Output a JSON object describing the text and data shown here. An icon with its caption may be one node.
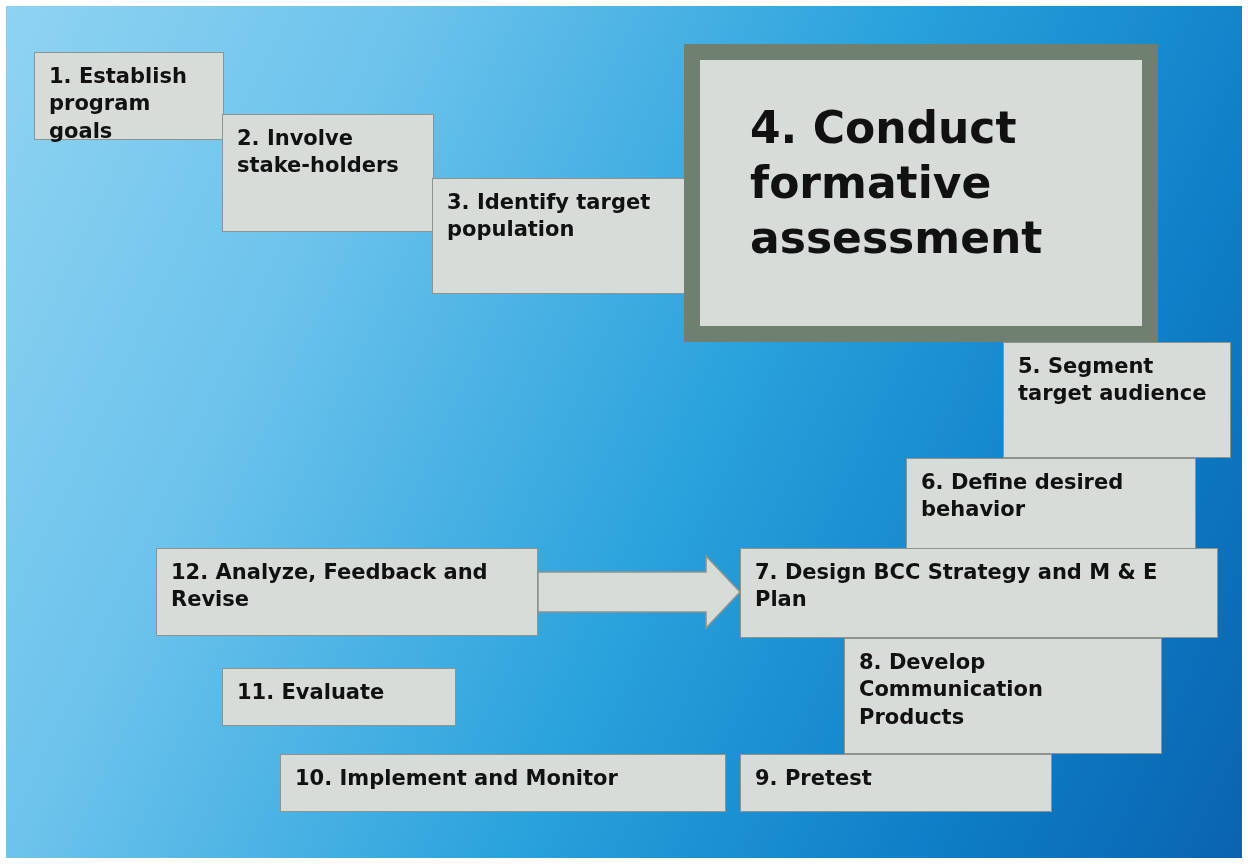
{
  "diagram": {
    "nodes": [
      {
        "text": [
          "1. Establish program goals"
        ]
      },
      {
        "text": [
          "2. Involve stake-holders"
        ]
      },
      {
        "text": [
          "3. Identify target population"
        ]
      },
      {
        "text": [
          "4. Conduct formative assessment"
        ]
      },
      {
        "text": [
          "5. Segment target audience"
        ]
      },
      {
        "text": [
          "6. Define desired behavior"
        ]
      },
      {
        "text": [
          "7. Design BCC Strategy and M & E Plan"
        ]
      },
      {
        "text": [
          "8. Develop Communication Products"
        ]
      },
      {
        "text": [
          "9. Pretest"
        ]
      },
      {
        "text": [
          "10. Implement and Monitor"
        ]
      },
      {
        "text": [
          "11. Evaluate"
        ]
      },
      {
        "text": [
          "12. Analyze, Feedback and Revise"
        ]
      }
    ],
    "edges": [
      {
        "from": 11,
        "to": 6,
        "arrow": "to"
      }
    ]
  }
}
